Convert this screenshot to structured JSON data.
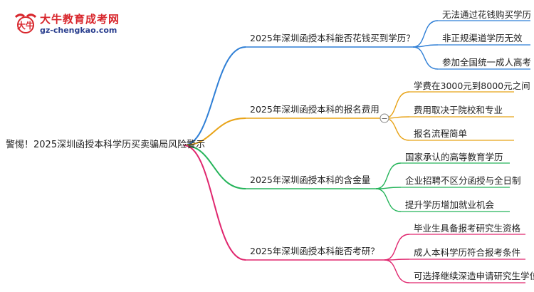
{
  "logo": {
    "brand": "大牛教育成考网",
    "url": "gz-chengkao.com",
    "mark_text": "大牛"
  },
  "root": "警惕！2025深圳函授本科学历买卖骗局风险警示",
  "branches": [
    {
      "label": "2025年深圳函授本科能否花钱买到学历？",
      "color": "#2f7fd6",
      "leaves": [
        "无法通过花钱购买学历",
        "非正规渠道学历无效",
        "参加全国统一成人高考"
      ]
    },
    {
      "label": "2025年深圳函授本科的报名费用",
      "color": "#e8a317",
      "collapse_symbol": "−",
      "leaves": [
        "学费在3000元到8000元之间",
        "费用取决于院校和专业",
        "报名流程简单"
      ]
    },
    {
      "label": "2025年深圳函授本科的含金量",
      "color": "#25b45a",
      "leaves": [
        "国家承认的高等教育学历",
        "企业招聘不区分函授与全日制",
        "提升学历增加就业机会"
      ]
    },
    {
      "label": "2025年深圳函授本科能否考研？",
      "color": "#e0266e",
      "leaves": [
        "毕业生具备报考研究生资格",
        "成人本科学历符合报考条件",
        "可选择继续深造申请研究生学位"
      ]
    }
  ]
}
